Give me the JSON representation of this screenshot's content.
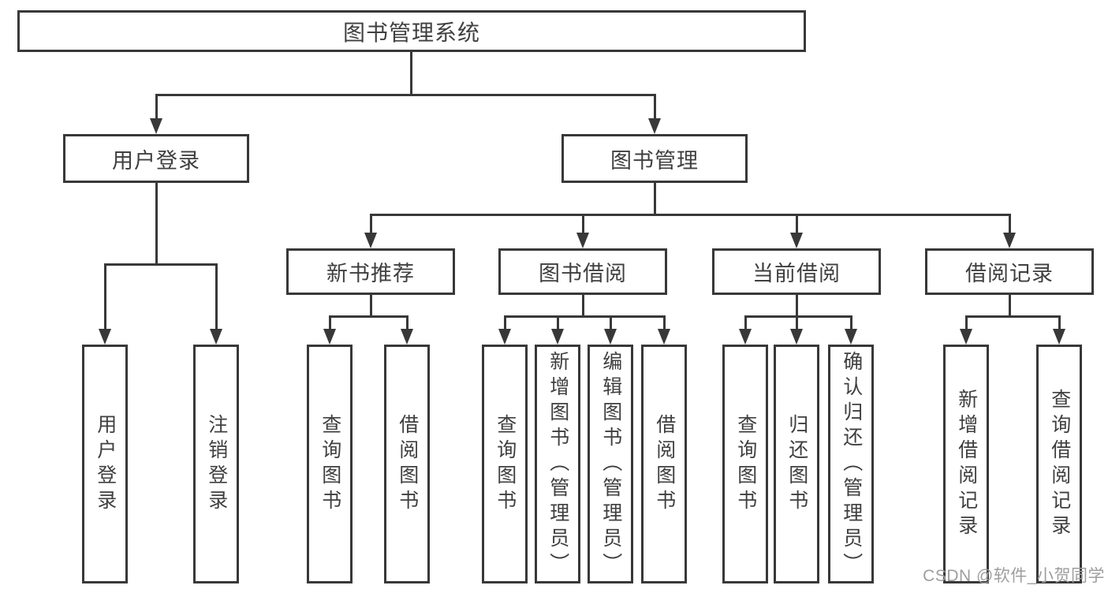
{
  "diagram": {
    "root": {
      "label": "图书管理系统"
    },
    "branches": [
      {
        "label": "用户登录",
        "children": [
          {
            "label": "用户登录"
          },
          {
            "label": "注销登录"
          }
        ]
      },
      {
        "label": "图书管理",
        "children": [
          {
            "label": "新书推荐",
            "children": [
              {
                "label": "查询图书"
              },
              {
                "label": "借阅图书"
              }
            ]
          },
          {
            "label": "图书借阅",
            "children": [
              {
                "label": "查询图书"
              },
              {
                "label": "新增图书（管理员）"
              },
              {
                "label": "编辑图书（管理员）"
              },
              {
                "label": "借阅图书"
              }
            ]
          },
          {
            "label": "当前借阅",
            "children": [
              {
                "label": "查询图书"
              },
              {
                "label": "归还图书"
              },
              {
                "label": "确认归还（管理员）"
              }
            ]
          },
          {
            "label": "借阅记录",
            "children": [
              {
                "label": "新增借阅记录"
              },
              {
                "label": "查询借阅记录"
              }
            ]
          }
        ]
      }
    ]
  },
  "watermark": {
    "text": "CSDN @软件_小贺同学"
  },
  "colors": {
    "line": "#383838",
    "text": "#3f3f3f",
    "background": "#ffffff",
    "watermark": "#9e9e9e"
  }
}
